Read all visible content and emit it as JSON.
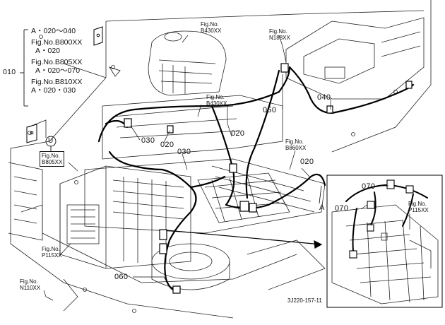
{
  "legend": {
    "ref": "010",
    "lines": [
      "A・020～040",
      "Fig.No.B800XX",
      "A・020",
      "Fig.No.B805XX",
      "A・020～070",
      "Fig.No.B810XX",
      "A・020・030"
    ]
  },
  "fig_refs": [
    {
      "id": "b430-top",
      "title": "Fig.No.",
      "code": "B430XX"
    },
    {
      "id": "n188",
      "title": "Fig.No.",
      "code": "N188XX"
    },
    {
      "id": "b430-mid",
      "title": "Fig.No.",
      "code": "B430XX"
    },
    {
      "id": "b805",
      "title": "Fig.No.",
      "code": "B805XX"
    },
    {
      "id": "b860",
      "title": "Fig.No.",
      "code": "B860XX"
    },
    {
      "id": "p115-main",
      "title": "Fig.No.",
      "code": "P115XX"
    },
    {
      "id": "n110",
      "title": "Fig.No.",
      "code": "N110XX"
    },
    {
      "id": "p115-inset",
      "title": "Fig.No.",
      "code": "P115XX"
    }
  ],
  "part_numbers": {
    "p050": "050",
    "p040": "040",
    "p030a": "030",
    "p020a": "020",
    "p020b": "020",
    "p030b": "030",
    "p020c": "020",
    "p060": "060",
    "p070a": "070",
    "p070b": "070"
  },
  "markers": {
    "u": "U",
    "a": "A"
  },
  "drawing_code": "3J220-157-11"
}
